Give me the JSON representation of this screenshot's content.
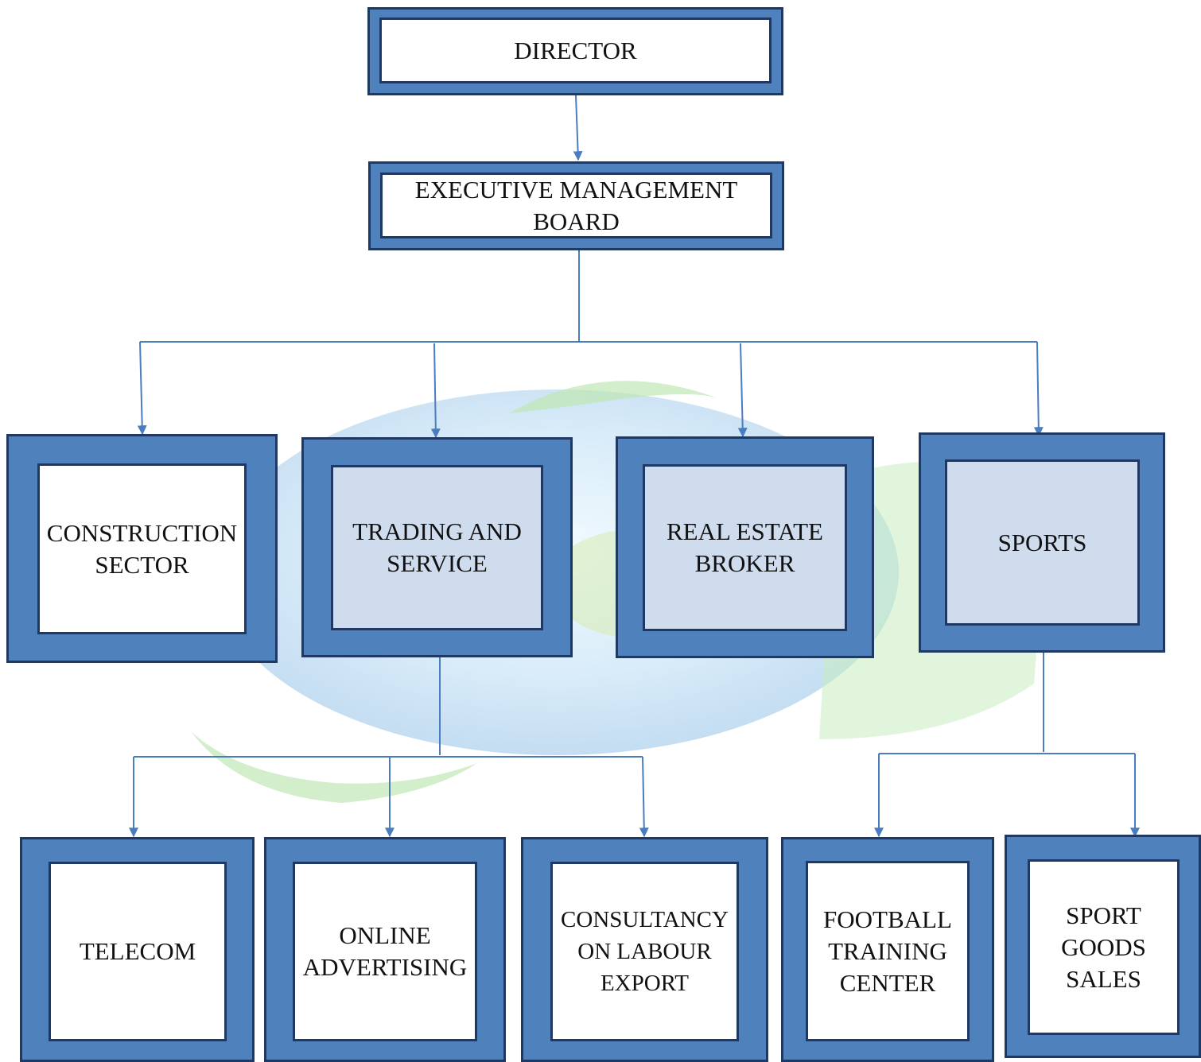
{
  "colors": {
    "frame": "#4f81bd",
    "frame_border": "#1f3864",
    "connector": "#4a7dc0",
    "watermark_globe": "#7fb2df",
    "watermark_swoosh": "#a9dfa0"
  },
  "nodes": {
    "director": "DIRECTOR",
    "executive_board": "EXECUTIVE MANAGEMENT\nBOARD",
    "construction": "CONSTRUCTION\nSECTOR",
    "trading": "TRADING AND\nSERVICE",
    "real_estate": "REAL ESTATE\nBROKER",
    "sports": "SPORTS",
    "telecom": "TELECOM",
    "online_advertising": "ONLINE\nADVERTISING",
    "consultancy": "CONSULTANCY\nON LABOUR\nEXPORT",
    "football": "FOOTBALL\nTRAINING\nCENTER",
    "sport_goods": "SPORT\nGOODS\nSALES"
  }
}
